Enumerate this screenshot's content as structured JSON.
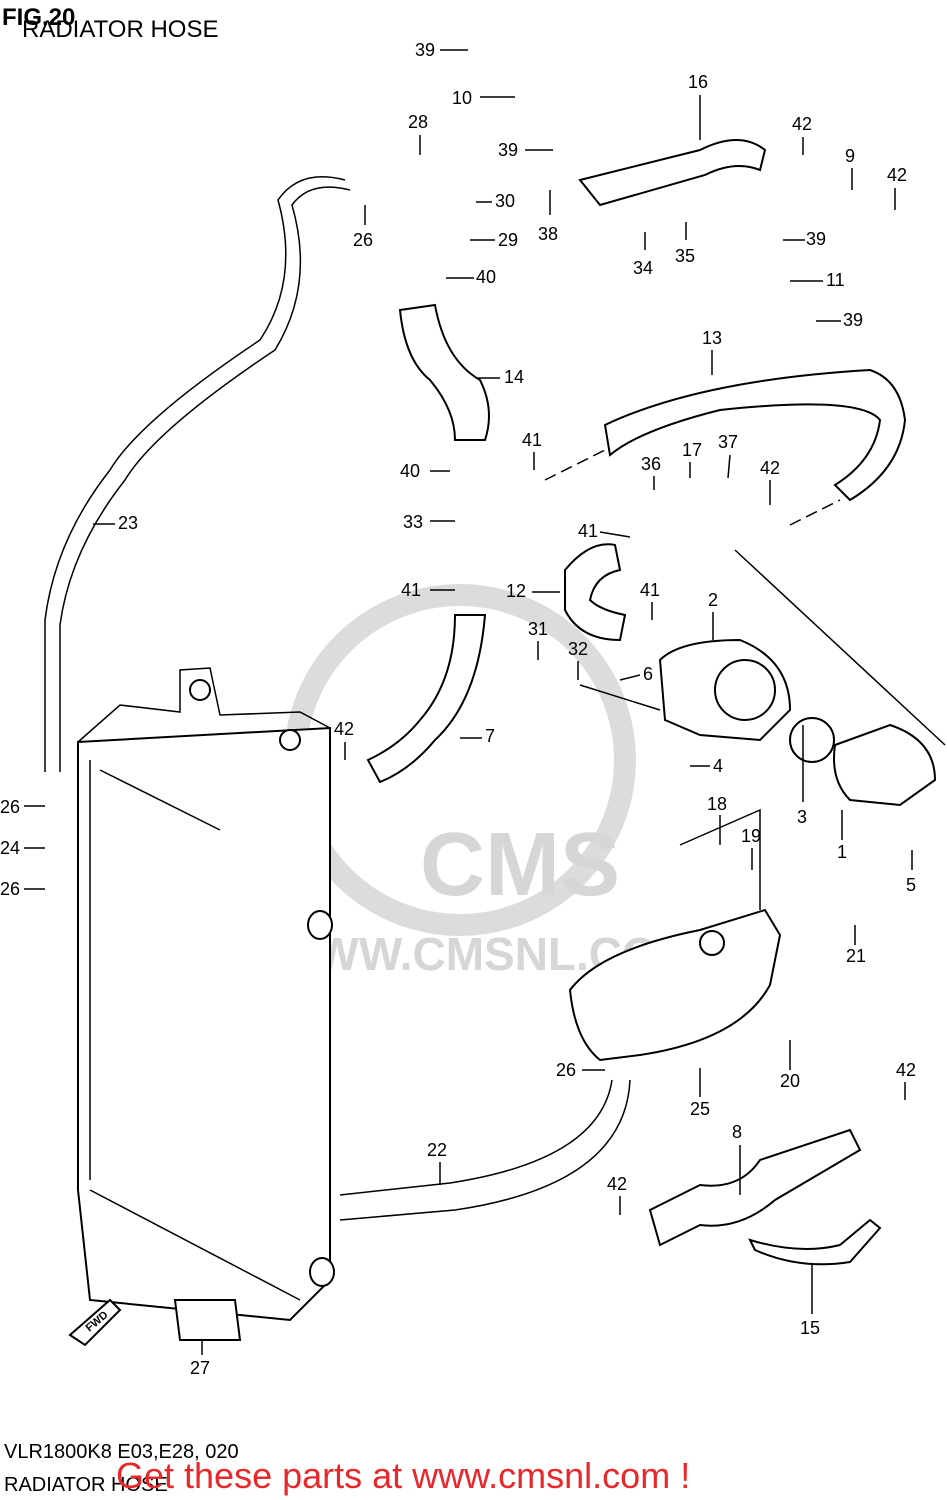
{
  "header": {
    "fig": "FIG.20",
    "title": "RADIATOR HOSE"
  },
  "footer": {
    "code": "VLR1800K8 E03,E28, 020",
    "title": "RADIATOR HOSE"
  },
  "promo": "Get these parts at www.cmsnl.com !",
  "watermark": {
    "brand": "CMS",
    "site": "WWW.CMSNL.COM",
    "color": "#d6d6d6"
  },
  "fwd_label": "FWD",
  "part_labels": [
    "1",
    "2",
    "3",
    "4",
    "5",
    "6",
    "7",
    "8",
    "9",
    "10",
    "11",
    "12",
    "13",
    "14",
    "15",
    "16",
    "17",
    "18",
    "19",
    "20",
    "21",
    "22",
    "23",
    "24",
    "25",
    "26",
    "27",
    "28",
    "29",
    "30",
    "31",
    "32",
    "33",
    "34",
    "35",
    "36",
    "37",
    "38",
    "39",
    "40",
    "41",
    "42"
  ],
  "colors": {
    "promo": "#e8282b",
    "line": "#000000"
  }
}
